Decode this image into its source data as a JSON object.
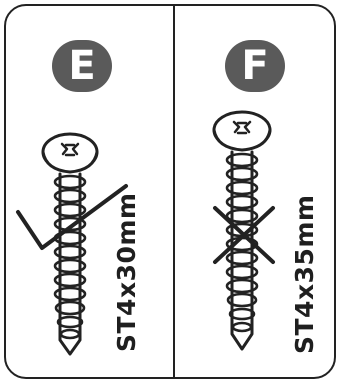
{
  "panels": [
    {
      "badge": "E",
      "size": "ST4x30mm",
      "status": "correct",
      "mark_icon": "checkmark-icon"
    },
    {
      "badge": "F",
      "size": "ST4x35mm",
      "status": "incorrect",
      "mark_icon": "cross-icon"
    }
  ],
  "colors": {
    "stroke": "#222222",
    "badge_bg": "#5a5a5a",
    "badge_text": "#ffffff"
  }
}
